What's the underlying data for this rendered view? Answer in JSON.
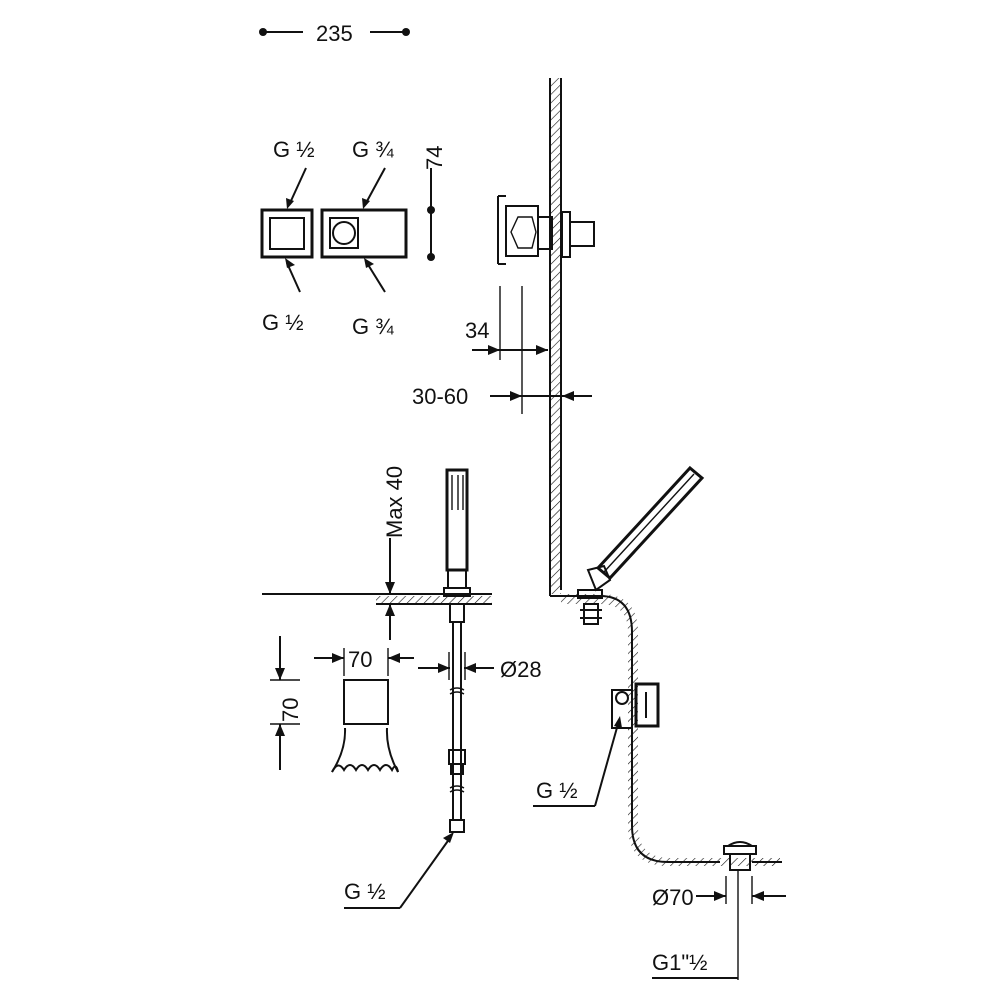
{
  "colors": {
    "line": "#111111",
    "background": "#ffffff"
  },
  "labels": {
    "width_235": "235",
    "height_74": "74",
    "top_left_inlet": "G ½",
    "top_right_inlet": "G ¾",
    "bottom_left_inlet": "G ½",
    "bottom_right_inlet": "G ¾",
    "depth_34": "34",
    "depth_30_60": "30-60",
    "max_40": "Max 40",
    "spout_width_70": "70",
    "spout_height_70": "70",
    "diameter_28": "Ø28",
    "hose_connection": "G ½",
    "wall_connection": "G ½",
    "drain_diameter_70": "Ø70",
    "drain_thread": "G1\"½"
  }
}
